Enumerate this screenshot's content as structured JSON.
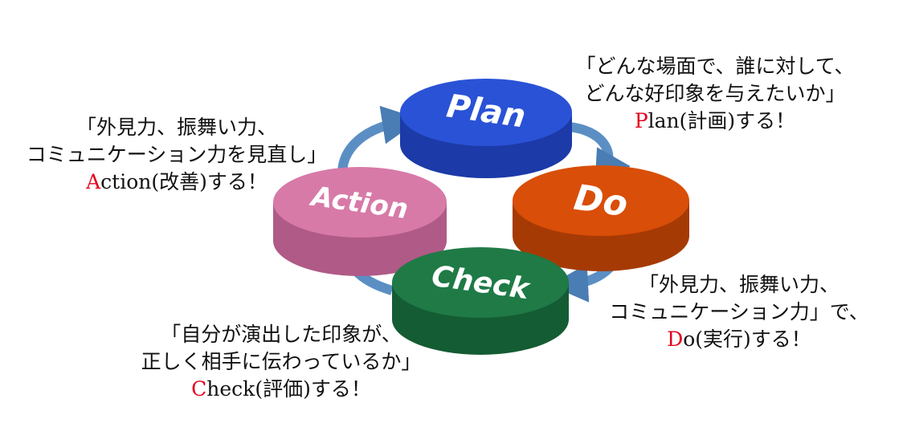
{
  "stages": {
    "plan": {
      "label": "Plan",
      "color": "#2a52d6"
    },
    "do": {
      "label": "Do",
      "color": "#d94e08"
    },
    "check": {
      "label": "Check",
      "color": "#1f7a46"
    },
    "action": {
      "label": "Action",
      "color": "#d77aa8"
    }
  },
  "arrow_color": "#5b8fc4",
  "captions": {
    "plan": {
      "line1": "「どんな場面で、誰に対して、",
      "line2": "どんな好印象を与えたいか」",
      "initial": "P",
      "rest": "lan(計画)する！"
    },
    "action": {
      "line1": "「外見力、振舞い力、",
      "line2": "コミュニケーション力を見直し」",
      "initial": "A",
      "rest": "ction(改善)する！"
    },
    "do": {
      "line1": "「外見力、振舞い力、",
      "line2": "コミュニケーション力」で、",
      "initial": "D",
      "rest": "o(実行)する！"
    },
    "check": {
      "line1": "「自分が演出した印象が、",
      "line2": "正しく相手に伝わっているか」",
      "initial": "C",
      "rest": "heck(評価)する！"
    }
  }
}
